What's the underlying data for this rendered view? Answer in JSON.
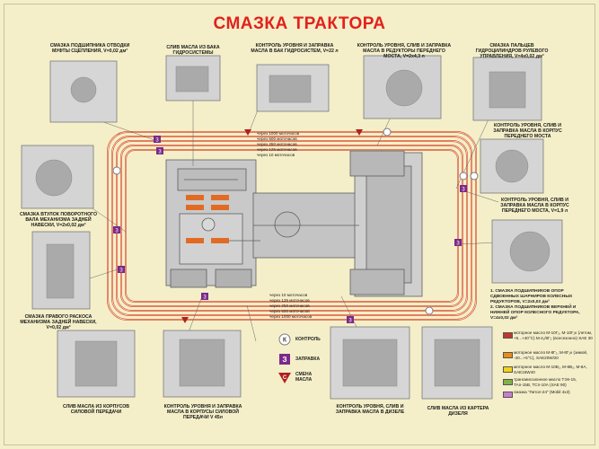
{
  "title": "СМАЗКА ТРАКТОРА",
  "labels": {
    "clutch_bearing": "СМАЗКА ПОДШИПНИКА ОТВОДКИ МУФТЫ СЦЕПЛЕНИЯ, V=0,02 дм³",
    "hydro_tank_drain": "СЛИВ МАСЛА ИЗ БАКА ГИДРОСИСТЕМЫ",
    "hydro_tank_fill": "КОНТРОЛЬ УРОВНЯ И ЗАПРАВКА МАСЛА В БАК ГИДРОСИСТЕМ, V=22 л",
    "front_axle_reducers": "КОНТРОЛЬ УРОВНЯ, СЛИВ И ЗАПРАВКА МАСЛА В РЕДУКТОРЫ ПЕРЕДНЕГО МОСТА, V=2x4,3 л",
    "steering_pins": "СМАЗКА ПАЛЬЦЕВ ГИДРОЦИЛИНДРОВ РУЛЕВОГО УПРАВЛЕНИЯ, V=4x0,02 дм³",
    "front_axle_housing": "КОНТРОЛЬ УРОВНЯ, СЛИВ И ЗАПРАВКА МАСЛА В КОРПУС ПЕРЕДНЕГО МОСТА",
    "front_axle_housing2": "КОНТРОЛЬ УРОВНЯ, СЛИВ И ЗАПРАВКА МАСЛА В КОРПУС ПЕРЕДНЕГО МОСТА, V=1,9 л",
    "rear_hitch_bushings": "СМАЗКА ВТУЛОК ПОВОРОТНОГО ВАЛА МЕХАНИЗМА ЗАДНЕЙ НАВЕСКИ, V=2x0,02 дм³",
    "brace_mechanism": "СМАЗКА ПРАВОГО РАСКОСА МЕХАНИЗМА ЗАДНЕЙ НАВЕСКИ, V=0,02 дм³",
    "power_housing_drain": "СЛИВ МАСЛА ИЗ КОРПУСОВ СИЛОВОЙ ПЕРЕДАЧИ",
    "power_housing_fill": "КОНТРОЛЬ УРОВНЯ И ЗАПРАВКА МАСЛА В КОРПУСЫ СИЛОВОЙ ПЕРЕДАЧИ V 45л",
    "diesel_oil": "КОНТРОЛЬ УРОВНЯ, СЛИВ И ЗАПРАВКА МАСЛА В ДИЗЕЛЕ",
    "crankcase_drain": "СЛИВ МАСЛА ИЗ КАРТЕРА ДИЗЕЛЯ",
    "wheel_reducers_note": "1. СМАЗКА ПОДШИПНИКОВ ОПОР СДВОЕННЫХ ШАРНИРОВ КОЛЕСНЫХ РЕДУКТОРОВ, V=2x0,02 дм³\n2. СМАЗКА ПОДШИПНИКОВ ВЕРХНЕЙ И НИЖНЕЙ ОПОР КОЛЕСНОГО РЕДУКТОРА, V=4x0,02 дм³"
  },
  "intervals_top": [
    "через 1000 моточасов",
    "через 500 моточасов",
    "через 250 моточасов",
    "через 125 моточасов",
    "через 10 моточасов"
  ],
  "intervals_bottom": [
    "через 10 моточасов",
    "через 125 моточасов",
    "через 250 моточасов",
    "через 500 моточасов",
    "через 1000 моточасов"
  ],
  "key": [
    {
      "symbol": "К",
      "label": "КОНТРОЛЬ"
    },
    {
      "symbol": "З",
      "label": "ЗАПРАВКА"
    },
    {
      "symbol": "С",
      "label": "СМЕНА МАСЛА"
    }
  ],
  "legend": [
    {
      "color": "#c0392b",
      "text": "моторное масло М-10Г₂, М-10Г₂к (летом, +5...+40°С) М-4₁/8Г₂ (всесезонно) SAE 30"
    },
    {
      "color": "#e98a1a",
      "text": "моторное масло М-8Г₂, М-8Г₂к (зимой, -40...+5°С), SAE20W/20"
    },
    {
      "color": "#f2d21a",
      "text": "моторное масло М-10В₂, М-8В₂, М-8А, SAE15W40"
    },
    {
      "color": "#7fb24a",
      "text": "трансмиссионное масло ТЭп-15, ТАп-15В, ТСп-10А (SAE 90)"
    },
    {
      "color": "#c77dd1",
      "text": "смазка \"Литол-24\" (Mobil 4x3)"
    }
  ],
  "colors": {
    "title": "#e2211c",
    "track": "#d8542b",
    "marker_purple": "#7a2a8a",
    "marker_red": "#b21f1f"
  }
}
